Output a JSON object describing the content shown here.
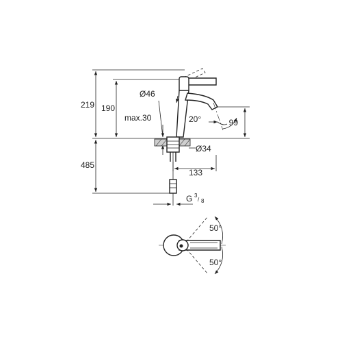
{
  "labels": {
    "height_total": "219",
    "height_spout": "190",
    "diameter_body": "Ø46",
    "max_deck": "max.30",
    "angle_spout": "20°",
    "height_outlet": "99",
    "diameter_hole": "Ø34",
    "depth_below": "485",
    "projection": "133",
    "thread_main": "G",
    "thread_num": "3",
    "thread_den": "8",
    "angle_left": "50°",
    "angle_right": "50°"
  }
}
